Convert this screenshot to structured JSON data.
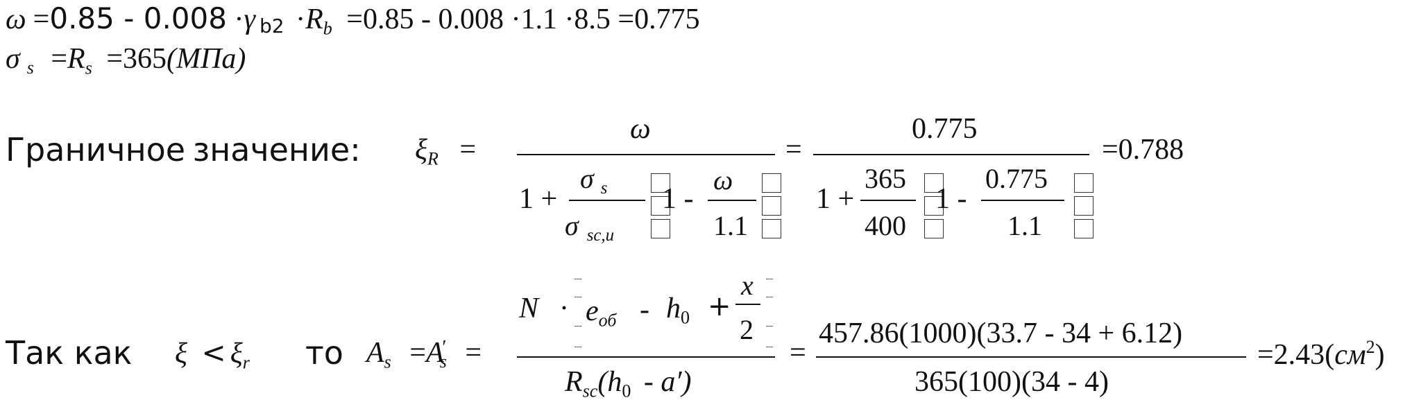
{
  "line1": {
    "omega": "ω",
    "eq": "=",
    "coef": "0.85 - 0.008",
    "dot1": "·",
    "gamma": "γ",
    "gamma_sub": "b2",
    "dot2": "·",
    "R": "R",
    "R_sub": "b",
    "rest": "=0.85 -  0.008 ·1.1 ·8.5 =0.775"
  },
  "line2": {
    "sigma": "σ",
    "sigma_sub": "s",
    "eq1": "=",
    "R": "R",
    "R_sub": "s",
    "eq2": "=365",
    "unit": "(МПа)"
  },
  "line3": {
    "label": "Граничное значение:",
    "xi": "ξ",
    "xi_sub": "R",
    "eq1": "=",
    "num1": "ω",
    "den1_one": "1 +",
    "den1_sig_num": "σ",
    "den1_sig_num_sub": "s",
    "den1_sig_den": "σ",
    "den1_sig_den_sub": "sc,u",
    "den1_paren": "1 -",
    "den1_om_num": "ω",
    "den1_om_den": "1.1",
    "eq2": "=",
    "num2": "0.775",
    "den2_one": "1 +",
    "den2_a_num": "365",
    "den2_a_den": "400",
    "den2_paren": "1 -",
    "den2_b_num": "0.775",
    "den2_b_den": "1.1",
    "result": "=0.788"
  },
  "line4": {
    "label1": "Так  как",
    "xi": "ξ",
    "lt": "<",
    "xi_r": "ξ",
    "xi_r_sub": "r",
    "label2": "то",
    "A": "A",
    "A_sub": "s",
    "eq1": "=",
    "A2": "A",
    "A2_prime": "′",
    "A2_sub": "s",
    "eq2": "=",
    "num_N": "N",
    "num_dot": "·",
    "num_e": "e",
    "num_e_sub": "об",
    "num_minus": "-",
    "num_h": "h",
    "num_h_sub": "0",
    "num_plus": "+",
    "x_num": "x",
    "x_den": "2",
    "den_R": "R",
    "den_R_sub": "sc",
    "den_paren": "(h",
    "den_h_sub": "0",
    "den_rest": "-  a′)",
    "eq3": "=",
    "num2": "457.86(1000)(33.7 -  34 + 6.12)",
    "den2": "365(100)(34 -  4)",
    "result": "=2.43",
    "unit_open": "(",
    "unit": "см",
    "unit_sup": "2",
    "unit_close": ")"
  }
}
